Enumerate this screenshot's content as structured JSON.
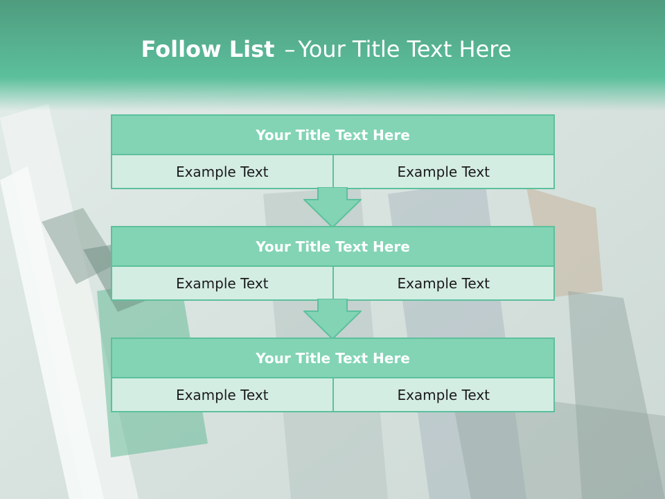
{
  "title": {
    "bold": "Follow List",
    "dash": "–",
    "rest": "Your Title Text Here"
  },
  "blocks": [
    {
      "title": "Your Title Text Here",
      "left": "Example Text",
      "right": "Example Text"
    },
    {
      "title": "Your Title Text Here",
      "left": "Example Text",
      "right": "Example Text"
    },
    {
      "title": "Your Title Text Here",
      "left": "Example Text",
      "right": "Example Text"
    }
  ],
  "colors": {
    "accent": "#5cc09c",
    "header_fill": "#82d4b5",
    "body_fill": "#d4ede3",
    "band_top": "#4f9c7f"
  },
  "icons": [
    "down-arrow-icon",
    "down-arrow-icon"
  ]
}
